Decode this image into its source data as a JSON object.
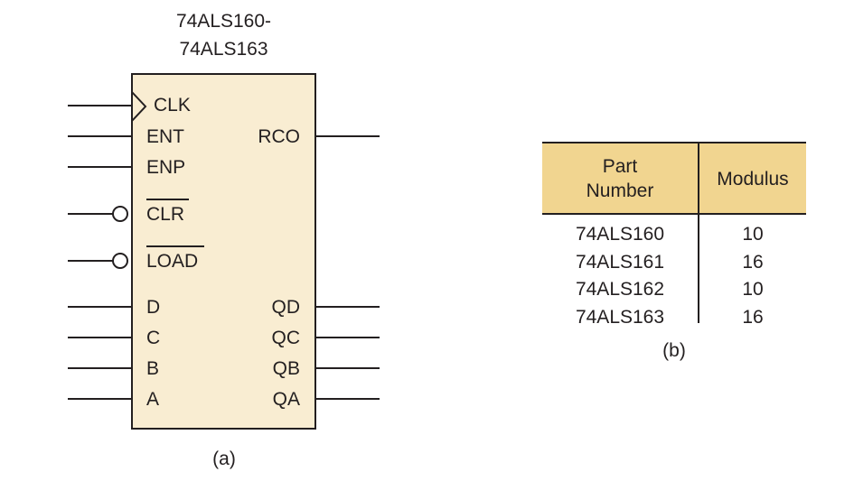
{
  "figure_a": {
    "title_line1": "74ALS160-",
    "title_line2": "74ALS163",
    "left_pins": [
      {
        "label": "CLK",
        "active_low": false,
        "clock": true
      },
      {
        "label": "ENT",
        "active_low": false,
        "clock": false
      },
      {
        "label": "ENP",
        "active_low": false,
        "clock": false
      },
      {
        "label": "CLR",
        "active_low": true,
        "clock": false
      },
      {
        "label": "LOAD",
        "active_low": true,
        "clock": false
      },
      {
        "label": "D",
        "active_low": false,
        "clock": false
      },
      {
        "label": "C",
        "active_low": false,
        "clock": false
      },
      {
        "label": "B",
        "active_low": false,
        "clock": false
      },
      {
        "label": "A",
        "active_low": false,
        "clock": false
      }
    ],
    "right_pins": [
      {
        "label": "RCO"
      },
      {
        "label": "QD"
      },
      {
        "label": "QC"
      },
      {
        "label": "QB"
      },
      {
        "label": "QA"
      }
    ],
    "caption": "(a)"
  },
  "figure_b": {
    "headers": [
      "Part\nNumber",
      "Modulus"
    ],
    "rows": [
      [
        "74ALS160",
        "10"
      ],
      [
        "74ALS161",
        "16"
      ],
      [
        "74ALS162",
        "10"
      ],
      [
        "74ALS163",
        "16"
      ]
    ],
    "caption": "(b)"
  },
  "colors": {
    "chip_fill": "#f9edd2",
    "table_header_fill": "#f1d590",
    "line": "#231f20"
  }
}
